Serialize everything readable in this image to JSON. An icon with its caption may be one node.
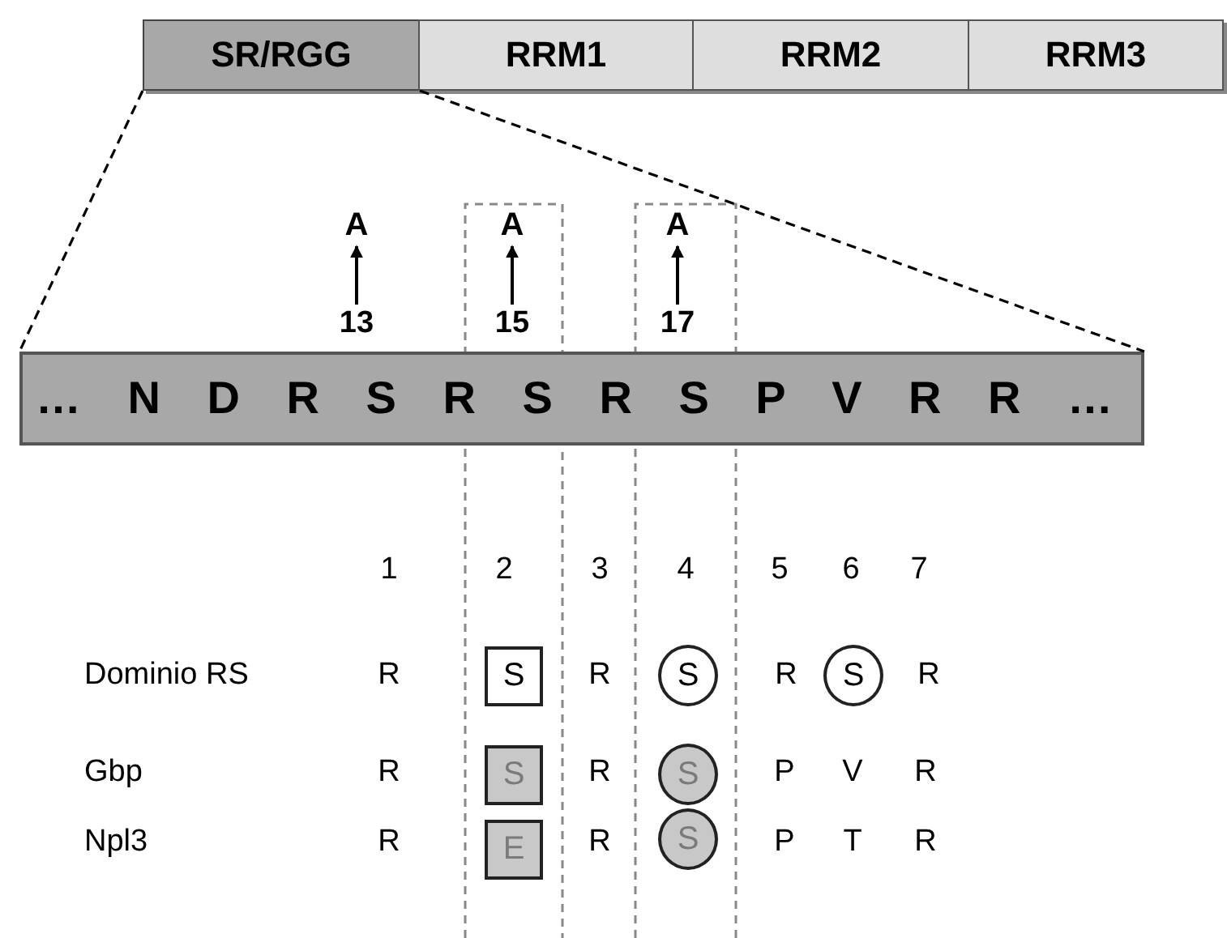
{
  "diagram": {
    "nodes": [
      {
        "text": [
          "SR/RGG"
        ]
      },
      {
        "text": [
          "RRM1"
        ]
      },
      {
        "text": [
          "RRM2"
        ]
      },
      {
        "text": [
          "RRM3"
        ]
      },
      {
        "text": [
          "A"
        ]
      },
      {
        "text": [
          "A"
        ]
      },
      {
        "text": [
          "A"
        ]
      },
      {
        "text": [
          "13"
        ]
      },
      {
        "text": [
          "15"
        ]
      },
      {
        "text": [
          "17"
        ]
      },
      {
        "text": [
          "… N D R S R S R S P V R R …"
        ]
      },
      {
        "text": [
          "S"
        ]
      },
      {
        "text": [
          "S"
        ]
      },
      {
        "text": [
          "S"
        ]
      },
      {
        "text": [
          "S"
        ]
      },
      {
        "text": [
          "S"
        ]
      },
      {
        "text": [
          "E"
        ]
      },
      {
        "text": [
          "S"
        ]
      }
    ],
    "edges": [
      {
        "from": 0,
        "to": 10,
        "arrow": "none",
        "style": "dashed"
      },
      {
        "from": 0,
        "to": 10,
        "arrow": "none",
        "style": "dashed"
      },
      {
        "from": 7,
        "to": 4,
        "arrow": "to"
      },
      {
        "from": 8,
        "to": 5,
        "arrow": "to"
      },
      {
        "from": 9,
        "to": 6,
        "arrow": "to"
      }
    ],
    "labels": [
      "1",
      "2",
      "3",
      "4",
      "5",
      "6",
      "7",
      "Dominio RS",
      "R",
      "R",
      "R",
      "R",
      "Gbp",
      "R",
      "R",
      "P",
      "V",
      "R",
      "Npl3",
      "R",
      "R",
      "P",
      "T",
      "R"
    ]
  }
}
